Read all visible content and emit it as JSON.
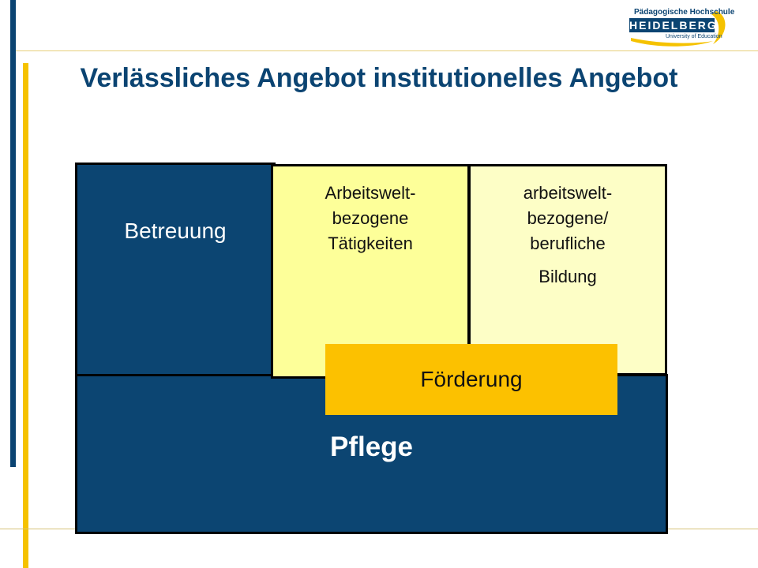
{
  "title": "Verlässliches Angebot institutionelles Angebot",
  "logo": {
    "top_line": "Pädagogische Hochschule",
    "main": "HEIDELBERG",
    "sub": "University of Education"
  },
  "diagram": {
    "betreuung": "Betreuung",
    "arbeit_lines": [
      "Arbeitswelt-",
      "bezogene",
      "Tätigkeiten"
    ],
    "bildung_lines": [
      "arbeitswelt-",
      "bezogene/",
      "berufliche",
      "Bildung"
    ],
    "foerderung": "Förderung",
    "pflege": "Pflege"
  },
  "colors": {
    "navy": "#0c4572",
    "yellow_light": "#fdff99",
    "yellow_pale": "#fdfec6",
    "gold": "#fcc100"
  }
}
